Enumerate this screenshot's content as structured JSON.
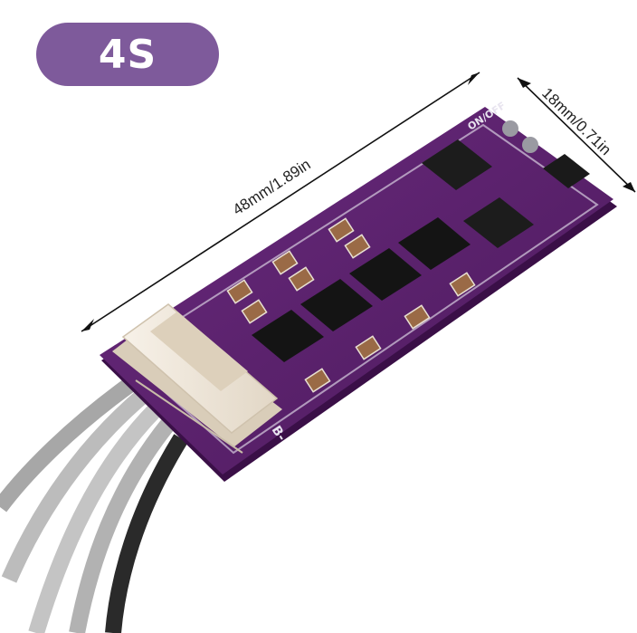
{
  "badge": {
    "label": "4S"
  },
  "dimensions": {
    "length": "48mm/1.89in",
    "width": "18mm/0.71in"
  },
  "board": {
    "switch_label": "ON/OFF",
    "terminal_label": "B-"
  },
  "colors": {
    "badge": "#7e5a9b",
    "pcb": "#5a1f6b",
    "connector": "#efe6d8",
    "wire": "#b9b9b9"
  }
}
